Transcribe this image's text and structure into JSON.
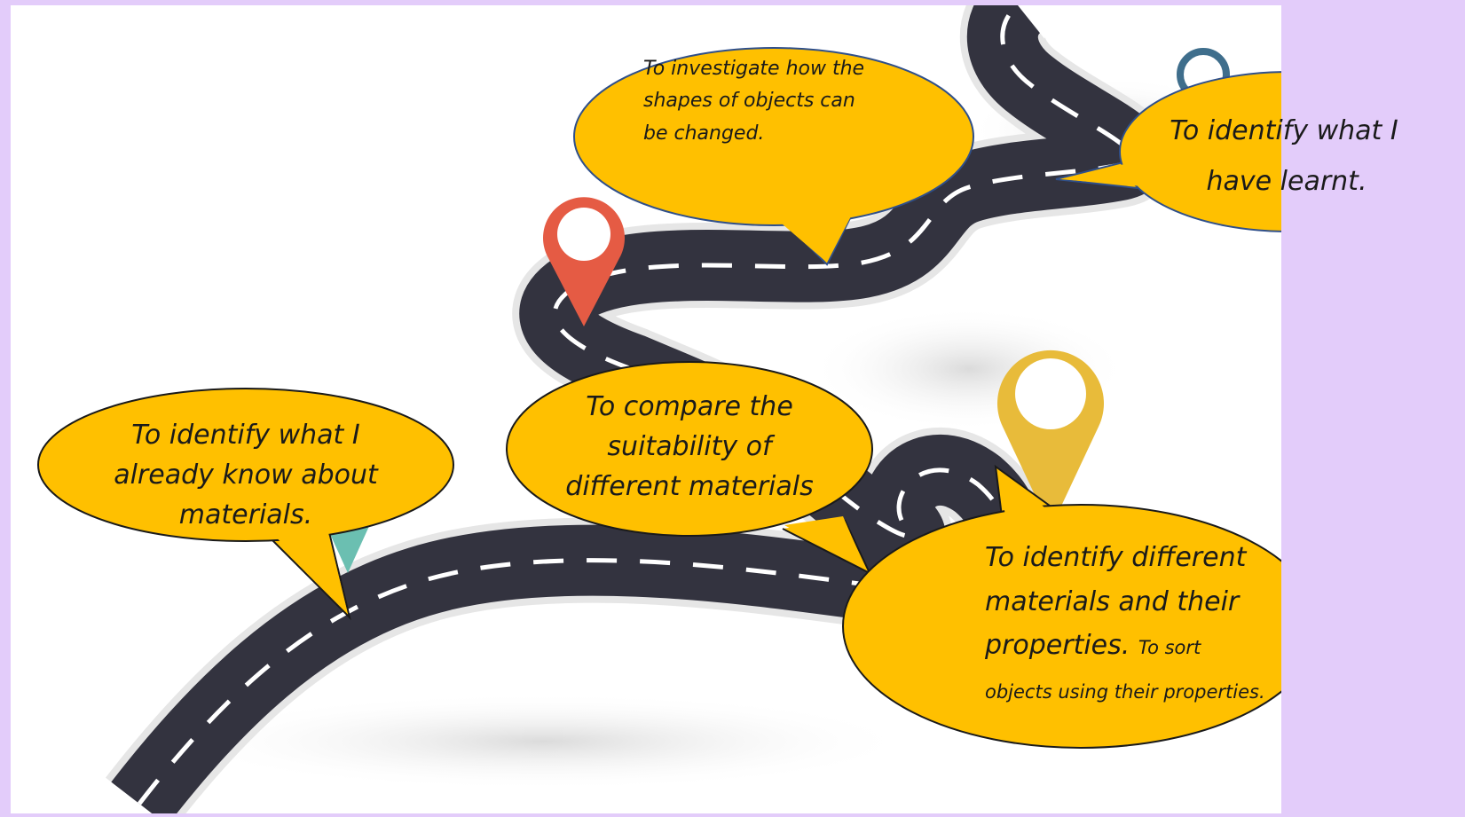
{
  "colors": {
    "background": "#e3ccfa",
    "slide": "#ffffff",
    "road": "#33333f",
    "road_edge": "#e6e6e6",
    "lane_marking": "#ffffff",
    "bubble_fill": "#ffc000",
    "bubble_stroke": "#2f4f8a",
    "pin_red": "#e55b44",
    "pin_yellow": "#e8bb3a",
    "pin_blue": "#3f6e8c",
    "pin_teal": "#6bbfb1"
  },
  "bubbles": {
    "investigate": "To investigate how the shapes of objects can be changed.",
    "learnt_1": "To identify what I",
    "learnt_2": "have learnt.",
    "know_1": "To identify what I",
    "know_2": "already know about",
    "know_3": "materials.",
    "compare_1": "To compare the",
    "compare_2": "suitability of",
    "compare_3": "different materials",
    "identify_1": "To identify different",
    "identify_2": "materials and their",
    "identify_3": "properties.",
    "sort": "To sort objects using their properties."
  },
  "icons": [
    "map-pin-red-icon",
    "map-pin-yellow-icon",
    "map-pin-blue-icon",
    "map-pin-teal-icon"
  ]
}
